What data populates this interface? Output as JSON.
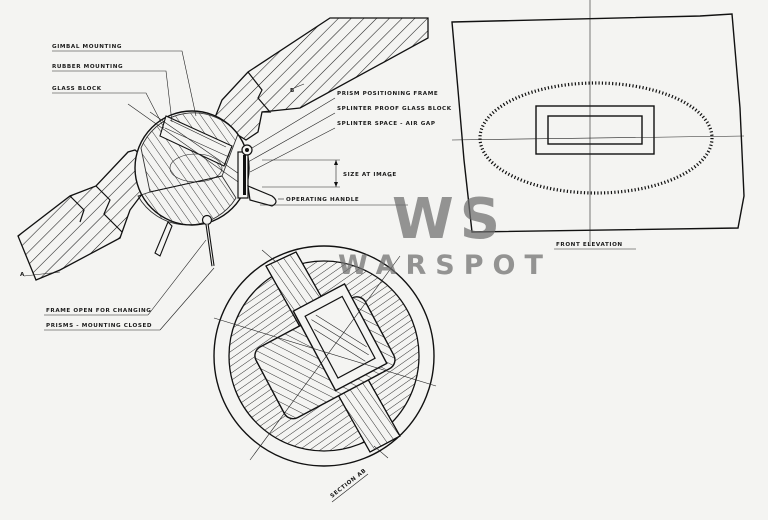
{
  "labels": {
    "gimbal_mounting": "GIMBAL MOUNTING",
    "rubber_mounting": "RUBBER MOUNTING",
    "glass_block": "GLASS BLOCK",
    "prism_positioning_frame": "PRISM POSITIONING FRAME",
    "splinter_proof_glass_block": "SPLINTER PROOF GLASS BLOCK",
    "splinter_space": "SPLINTER SPACE - AIR GAP",
    "size_at_image": "SIZE AT IMAGE",
    "operating_handle": "OPERATING HANDLE",
    "frame_open": "FRAME OPEN FOR CHANGING",
    "prisms_closed": "PRISMS - MOUNTING CLOSED",
    "front_elevation": "FRONT ELEVATION",
    "section_ab": "SECTION AB",
    "marker_a": "A",
    "marker_b": "B"
  },
  "watermark": {
    "logo": "WS",
    "name": "WARSPOT",
    "color": "#6e6e6e"
  }
}
